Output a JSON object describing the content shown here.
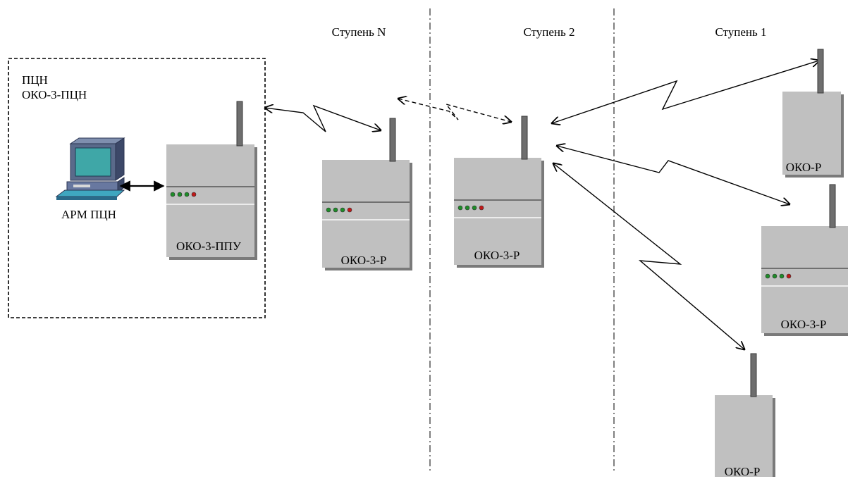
{
  "stages": {
    "stage_n": "Ступень N",
    "stage_2": "Ступень 2",
    "stage_1": "Ступень 1"
  },
  "center": {
    "title": "ПЦН",
    "subtitle": "ОКО-3-ПЦН"
  },
  "workstation": {
    "label": "АРМ ПЦН",
    "icon": "computer-icon"
  },
  "devices": {
    "ppu": "ОКО-3-ППУ",
    "relay_n": "ОКО-3-Р",
    "relay_2": "ОКО-3-Р",
    "okor_top": "ОКО-Р",
    "oko3r_right": "ОКО-3-Р",
    "okor_bottom": "ОКО-Р"
  },
  "colors": {
    "device_body": "#c0c0c0",
    "device_shadow": "#7a7a7a",
    "antenna": "#6e6e6e",
    "led_green": "#1e8c28",
    "led_red": "#c01818",
    "monitor_screen": "#3fa7a7",
    "monitor_body": "#5a6a8a"
  }
}
